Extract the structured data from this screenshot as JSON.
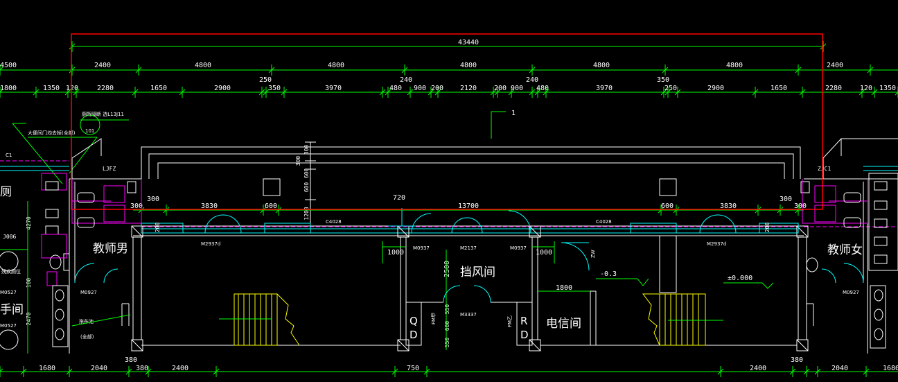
{
  "dims": {
    "overall": "43440",
    "row1": [
      "4500",
      "2400",
      "4800",
      "4800",
      "4800",
      "4800",
      "4800",
      "2400"
    ],
    "row2_top": [
      "250",
      "240",
      "240",
      "350"
    ],
    "row2": [
      "1800",
      "1350",
      "120",
      "2280",
      "1650",
      "2900",
      "350",
      "3970",
      "480",
      "900",
      "200",
      "2120",
      "200",
      "900",
      "480",
      "3970",
      "250",
      "2900",
      "1650",
      "2280",
      "120",
      "1350"
    ],
    "wall_top": [
      "300",
      "300",
      "3830",
      "600",
      "720",
      "13700",
      "600",
      "3830",
      "300",
      "300"
    ],
    "vertical": [
      "300",
      "300",
      "600",
      "600",
      "1200",
      "4270",
      "100",
      "2470",
      "2500",
      "550",
      "600",
      "550"
    ],
    "interior": [
      "1000",
      "1000",
      "1800",
      "-0.3",
      "±0.000",
      "200",
      "200"
    ],
    "bottom": [
      "1680",
      "2040",
      "380",
      "380",
      "2400",
      "750",
      "2400",
      "380",
      "2040",
      "1680"
    ]
  },
  "labels": {
    "section_mark": "1",
    "detail_ref": "厕所隔断 选L13J11",
    "detail_num": "101",
    "note_door": "大便间门均去掉(全部)",
    "c1": "C1",
    "ljfz": "LJFZ",
    "zjc1": "ZJC1",
    "c4028_left": "C4028",
    "c4028_right": "C4028",
    "m2937_left": "M2937d",
    "m2937_right": "M2937d",
    "m0937_left": "M0937",
    "m0937_right": "M0937",
    "m2137": "M2137",
    "m3337": "M3337",
    "m0927_left": "M0927",
    "m0927_right": "M0927",
    "m0527_a": "M0527",
    "m0527_b": "M0527",
    "j006": "J006",
    "clean_label": "拖布池",
    "clean_sub": "(全部)",
    "fm1": "FM甲",
    "fm2": "FM乙",
    "zw": "ZW"
  },
  "rooms": {
    "teacher_male": "教师男",
    "teacher_female": "教师女",
    "wind_room": "挡风间",
    "telecom_room": "电信间",
    "restroom_partial": "厕",
    "handwash_partial": "手间",
    "disabled_partial": "残疾厕位",
    "q": "Q",
    "d1": "D",
    "r": "R",
    "d2": "D"
  },
  "colors": {
    "background": "#000000",
    "dimension_line": "#00ff00",
    "wall": "#ffffff",
    "window": "#00ffff",
    "fixture": "#ff00ff",
    "stair": "#ffff00",
    "selection": "#ff0000"
  }
}
